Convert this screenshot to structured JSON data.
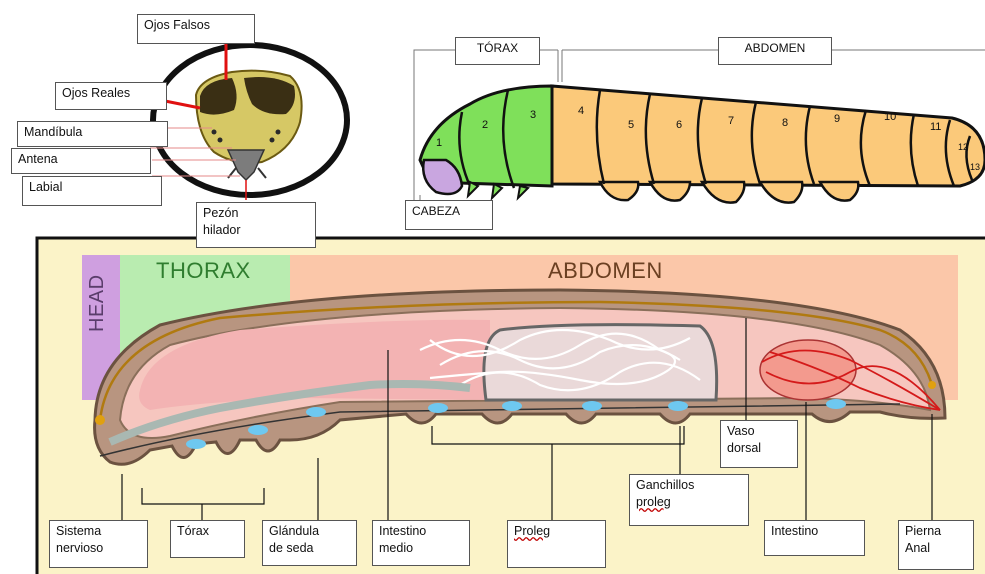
{
  "head_diagram": {
    "labels": {
      "ojos_falsos": "Ojos Falsos",
      "ojos_reales": "Ojos Reales",
      "mandibula": "Mandíbula",
      "antena": "Antena",
      "labial": "Labial",
      "pezon_hilador": "Pezón\nhilador"
    }
  },
  "external_diagram": {
    "labels": {
      "torax": "TÓRAX",
      "abdomen": "ABDOMEN",
      "cabeza": "CABEZA"
    },
    "segment_numbers": [
      "1",
      "2",
      "3",
      "4",
      "5",
      "6",
      "7",
      "8",
      "9",
      "10",
      "11",
      "12",
      "13"
    ],
    "colors": {
      "thorax": "#7fe05a",
      "abdomen": "#fbc97a",
      "head": "#c9a6e0",
      "outline": "#111111"
    }
  },
  "internal_diagram": {
    "zones": {
      "head": "HEAD",
      "thorax": "THORAX",
      "abdomen": "ABDOMEN"
    },
    "labels": {
      "sistema_nervioso": "Sistema\nnervioso",
      "torax": "Tórax",
      "glandula_de_seda": "Glándula\nde seda",
      "intestino_medio": "Intestino\nmedio",
      "proleg": "Proleg",
      "ganchillos_proleg_1": "Ganchillos",
      "ganchillos_proleg_2": "proleg",
      "vaso_dorsal": "Vaso\ndorsal",
      "intestino": "Intestino",
      "pierna_anal": "Pierna\nAnal"
    },
    "colors": {
      "head_zone": "#cf9fe0",
      "thorax_zone": "#b9ecb0",
      "abdomen_zone": "#fbc7a9",
      "background": "#fbf3c8",
      "frame": "#111111"
    }
  }
}
